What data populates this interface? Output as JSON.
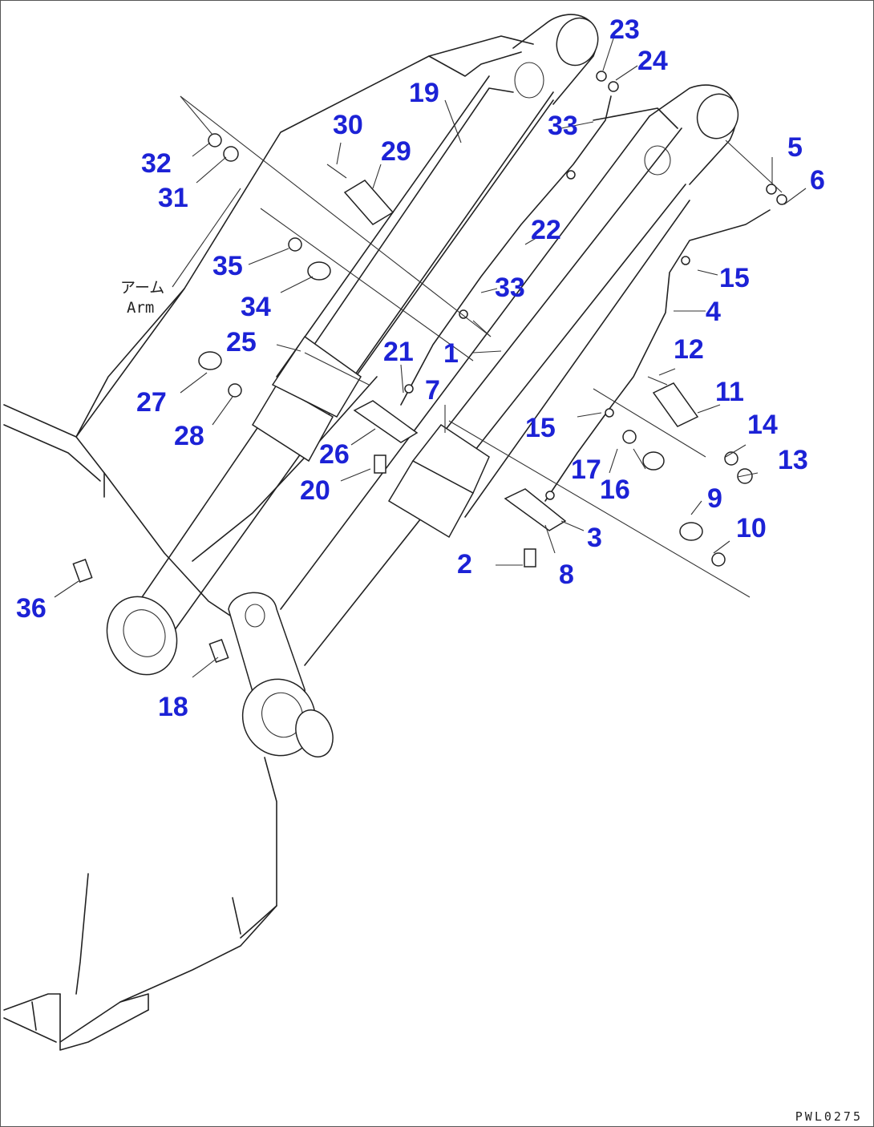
{
  "drawing_code": "PWL0275",
  "arm_label": {
    "jp": "アーム",
    "en": "Arm"
  },
  "callouts": [
    "1",
    "2",
    "3",
    "4",
    "5",
    "6",
    "7",
    "8",
    "9",
    "10",
    "11",
    "12",
    "13",
    "14",
    "15",
    "15",
    "16",
    "17",
    "18",
    "19",
    "20",
    "21",
    "22",
    "23",
    "24",
    "25",
    "26",
    "27",
    "28",
    "29",
    "30",
    "31",
    "32",
    "33",
    "33",
    "34",
    "35",
    "36"
  ],
  "colors": {
    "callout": "#1c22d6",
    "line": "#222222",
    "background": "#ffffff"
  }
}
